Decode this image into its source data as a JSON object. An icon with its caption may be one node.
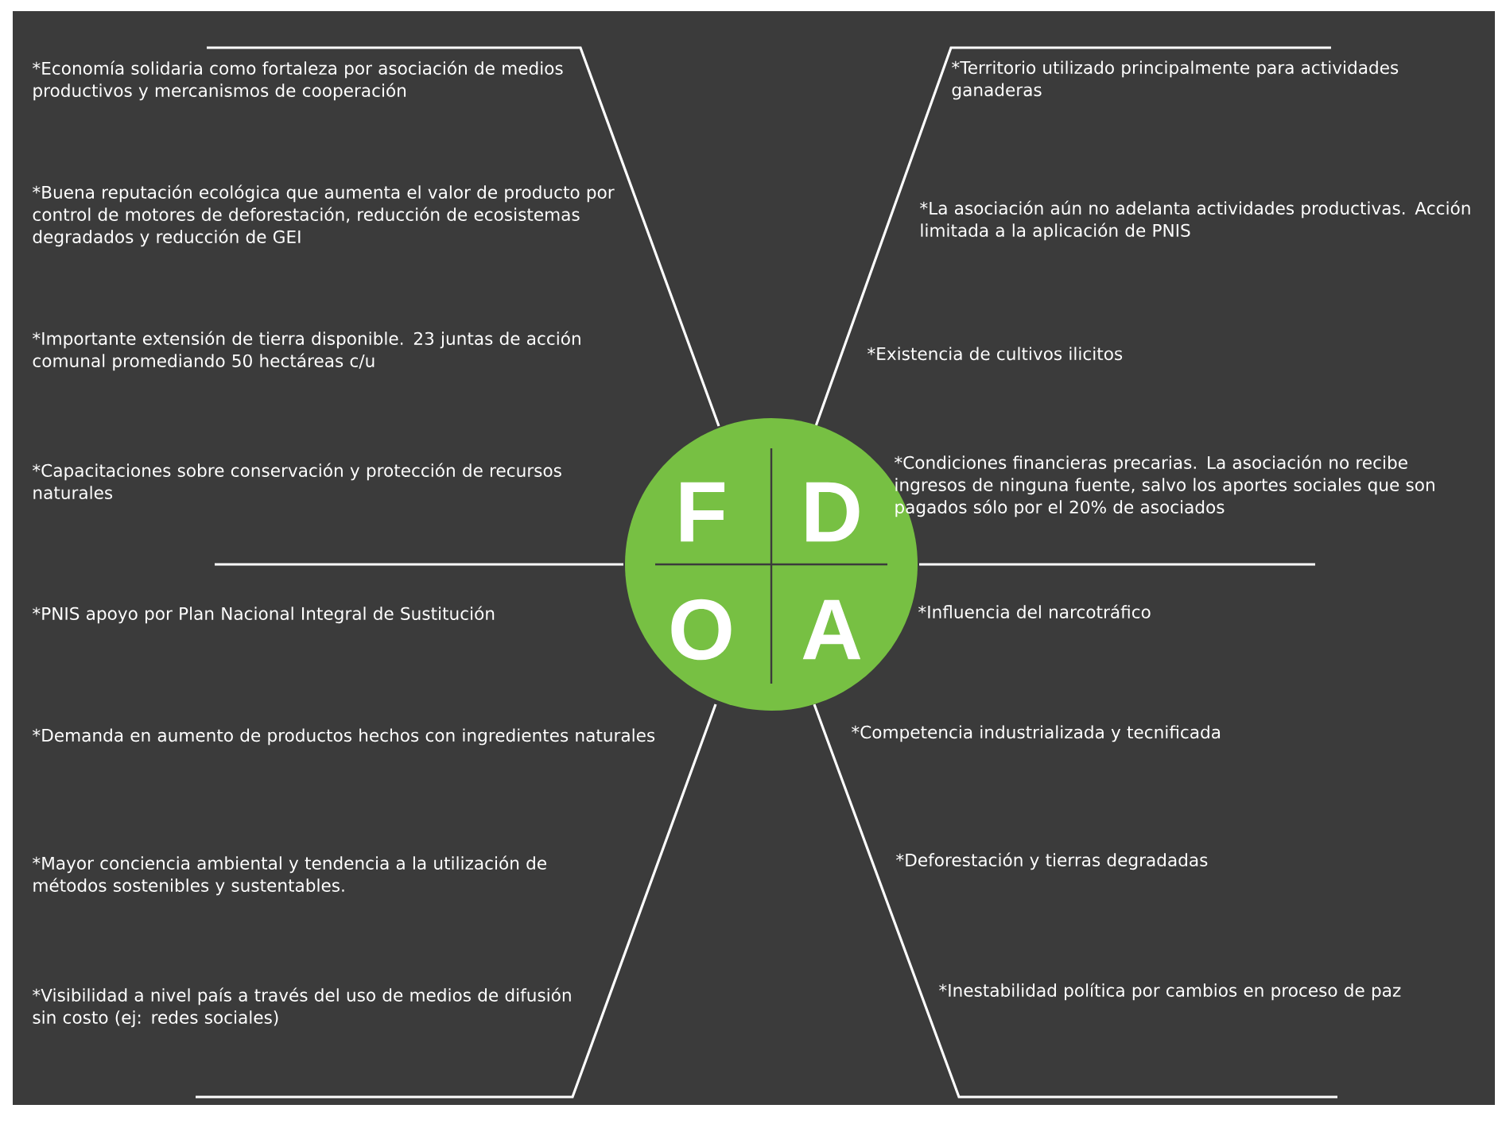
{
  "diagram": {
    "nodes": [
      {
        "text": [
          "F",
          "D",
          "O",
          "A"
        ]
      }
    ],
    "labels": [
      "*Economía solidaria como fortaleza por asociación de medios productivos y mercanismos de cooperación",
      "*Buena reputación ecológica que aumenta el valor de producto  por control de motores de deforestación, reducción de ecosistemas degradados y reducción de GEI",
      "*Importante extensión de tierra disponible. 23 juntas de acción comunal promediando 50 hectáreas c/u",
      "*Capacitaciones sobre conservación y protección de recursos naturales",
      "*Territorio utilizado principalmente para actividades ganaderas",
      "*La asociación aún no adelanta actividades productivas. Acción limitada a la aplicación de PNIS",
      "*Existencia de cultivos ilicitos",
      "*Condiciones financieras precarias. La asociación no recibe ingresos de ninguna fuente, salvo los aportes sociales que son pagados sólo por el 20% de asociados",
      "*PNIS apoyo por Plan Nacional Integral  de Sustitución",
      "*Demanda en aumento de productos hechos con ingredientes naturales",
      "*Mayor conciencia ambiental y tendencia a la utilización de métodos sostenibles y sustentables.",
      "*Visibilidad a nivel país a través del uso de medios de difusión sin costo (ej: redes sociales)",
      "*Influencia del narcotráfico",
      "*Competencia industrializada y tecnificada",
      "*Deforestación y tierras degradadas",
      "*Inestabilidad política por cambios en proceso de paz"
    ]
  }
}
